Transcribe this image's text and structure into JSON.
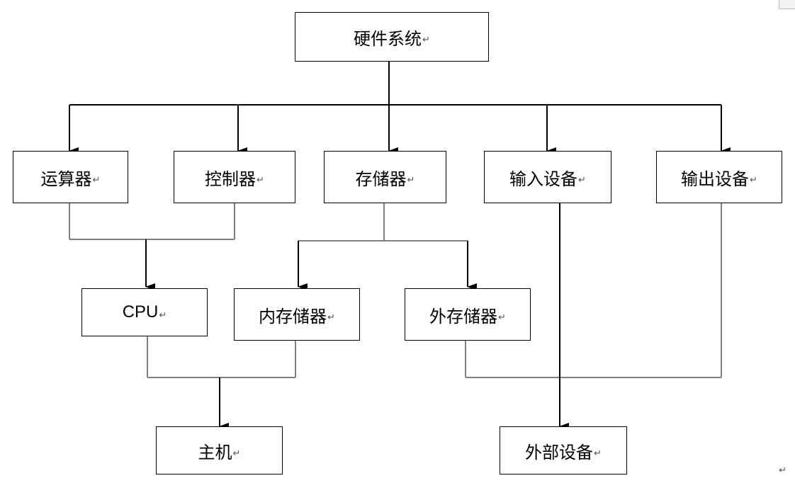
{
  "diagram": {
    "nodes": {
      "hardware": "硬件系统",
      "alu": "运算器",
      "controller": "控制器",
      "memory": "存储器",
      "input": "输入设备",
      "output": "输出设备",
      "cpu": "CPU",
      "internal_memory": "内存储器",
      "external_memory": "外存储器",
      "host": "主机",
      "peripherals": "外部设备"
    },
    "edges": [
      {
        "from": "hardware",
        "to": "alu"
      },
      {
        "from": "hardware",
        "to": "controller"
      },
      {
        "from": "hardware",
        "to": "memory"
      },
      {
        "from": "hardware",
        "to": "input"
      },
      {
        "from": "hardware",
        "to": "output"
      },
      {
        "from": [
          "alu",
          "controller"
        ],
        "to": "cpu"
      },
      {
        "from": "memory",
        "to": "internal_memory"
      },
      {
        "from": "memory",
        "to": "external_memory"
      },
      {
        "from": [
          "cpu",
          "internal_memory"
        ],
        "to": "host"
      },
      {
        "from": [
          "external_memory",
          "input",
          "output"
        ],
        "to": "peripherals"
      }
    ],
    "paragraph_mark": "↵"
  }
}
